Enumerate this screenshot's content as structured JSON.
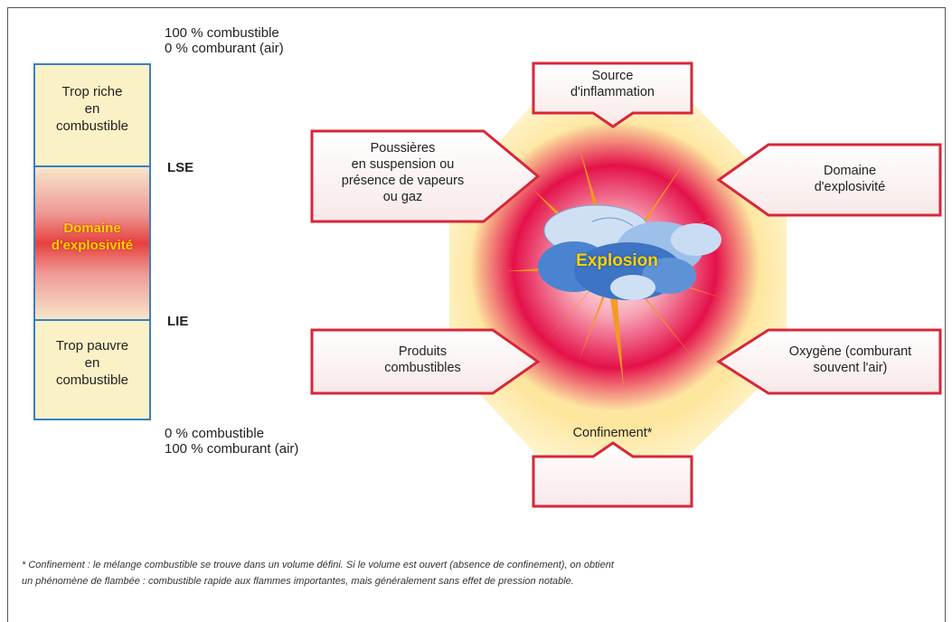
{
  "scale": {
    "top_line1": "100 %  combustible",
    "top_line2": "0 %    comburant (air)",
    "bottom_line1": "0 %     combustible",
    "bottom_line2": "100 %  comburant (air)",
    "lse": "LSE",
    "lie": "LIE"
  },
  "column": {
    "top": [
      "Trop riche",
      "en",
      "combustible"
    ],
    "middle": [
      "Domaine",
      "d'explosivité"
    ],
    "bottom": [
      "Trop pauvre",
      "en",
      "combustible"
    ]
  },
  "hexagon": {
    "center": "Explosion",
    "top": [
      "Source",
      "d'inflammation"
    ],
    "upper_left": [
      "Poussières",
      "en suspension ou",
      "présence de vapeurs",
      "ou gaz"
    ],
    "upper_right": [
      "Domaine",
      "d'explosivité"
    ],
    "lower_left": [
      "Produits",
      "combustibles"
    ],
    "lower_right": [
      "Oxygène (comburant",
      "souvent l'air)"
    ],
    "bottom": [
      "Confinement*"
    ]
  },
  "footnote": {
    "line1": "* Confinement : le mélange combustible se trouve dans un volume défini. Si le volume est ouvert (absence de confinement), on obtient",
    "line2": "un phénomène de flambée : combustible rapide aux flammes importantes, mais généralement sans effet de pression notable."
  },
  "colors": {
    "accent_blue": "#3a7fc1",
    "red_arrow": "#d8263a",
    "yellow_halo": "#fde9a6",
    "explosion_text": "#ffd200"
  }
}
